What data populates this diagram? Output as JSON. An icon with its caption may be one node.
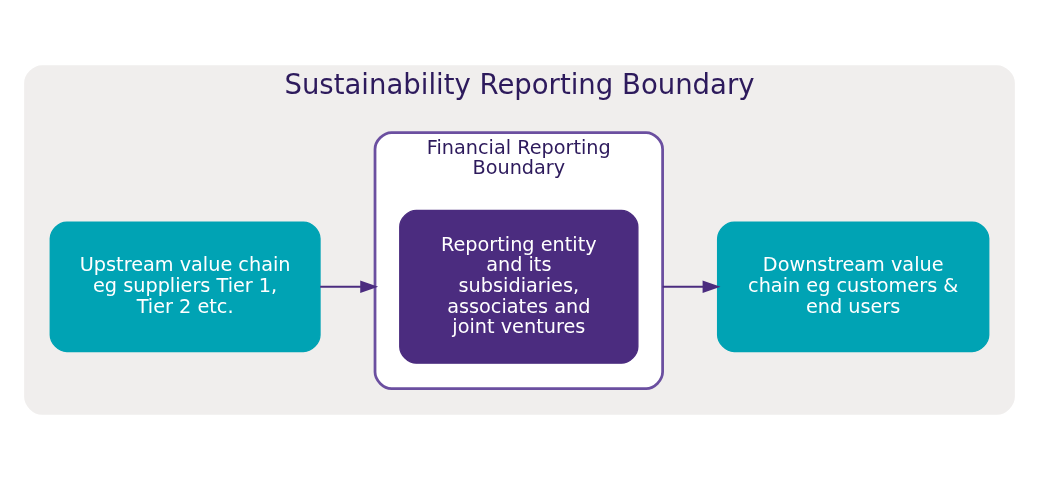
{
  "diagram": {
    "nodes": [
      {
        "text": [
          "Sustainability Reporting Boundary"
        ]
      },
      {
        "text": [
          "Upstream value chain eg suppliers Tier 1, Tier 2 etc."
        ],
        "in": 0
      },
      {
        "text": [
          "Financial Reporting Boundary"
        ],
        "in": 0
      },
      {
        "text": [
          "Reporting entity and its subsidiaries, associates and joint ventures"
        ],
        "in": 2
      },
      {
        "text": [
          "Downstream value chain eg customers & end users"
        ],
        "in": 0
      }
    ],
    "edges": [
      {
        "from": 1,
        "to": 2,
        "arrow": "to"
      },
      {
        "from": 2,
        "to": 4,
        "arrow": "to"
      }
    ]
  }
}
